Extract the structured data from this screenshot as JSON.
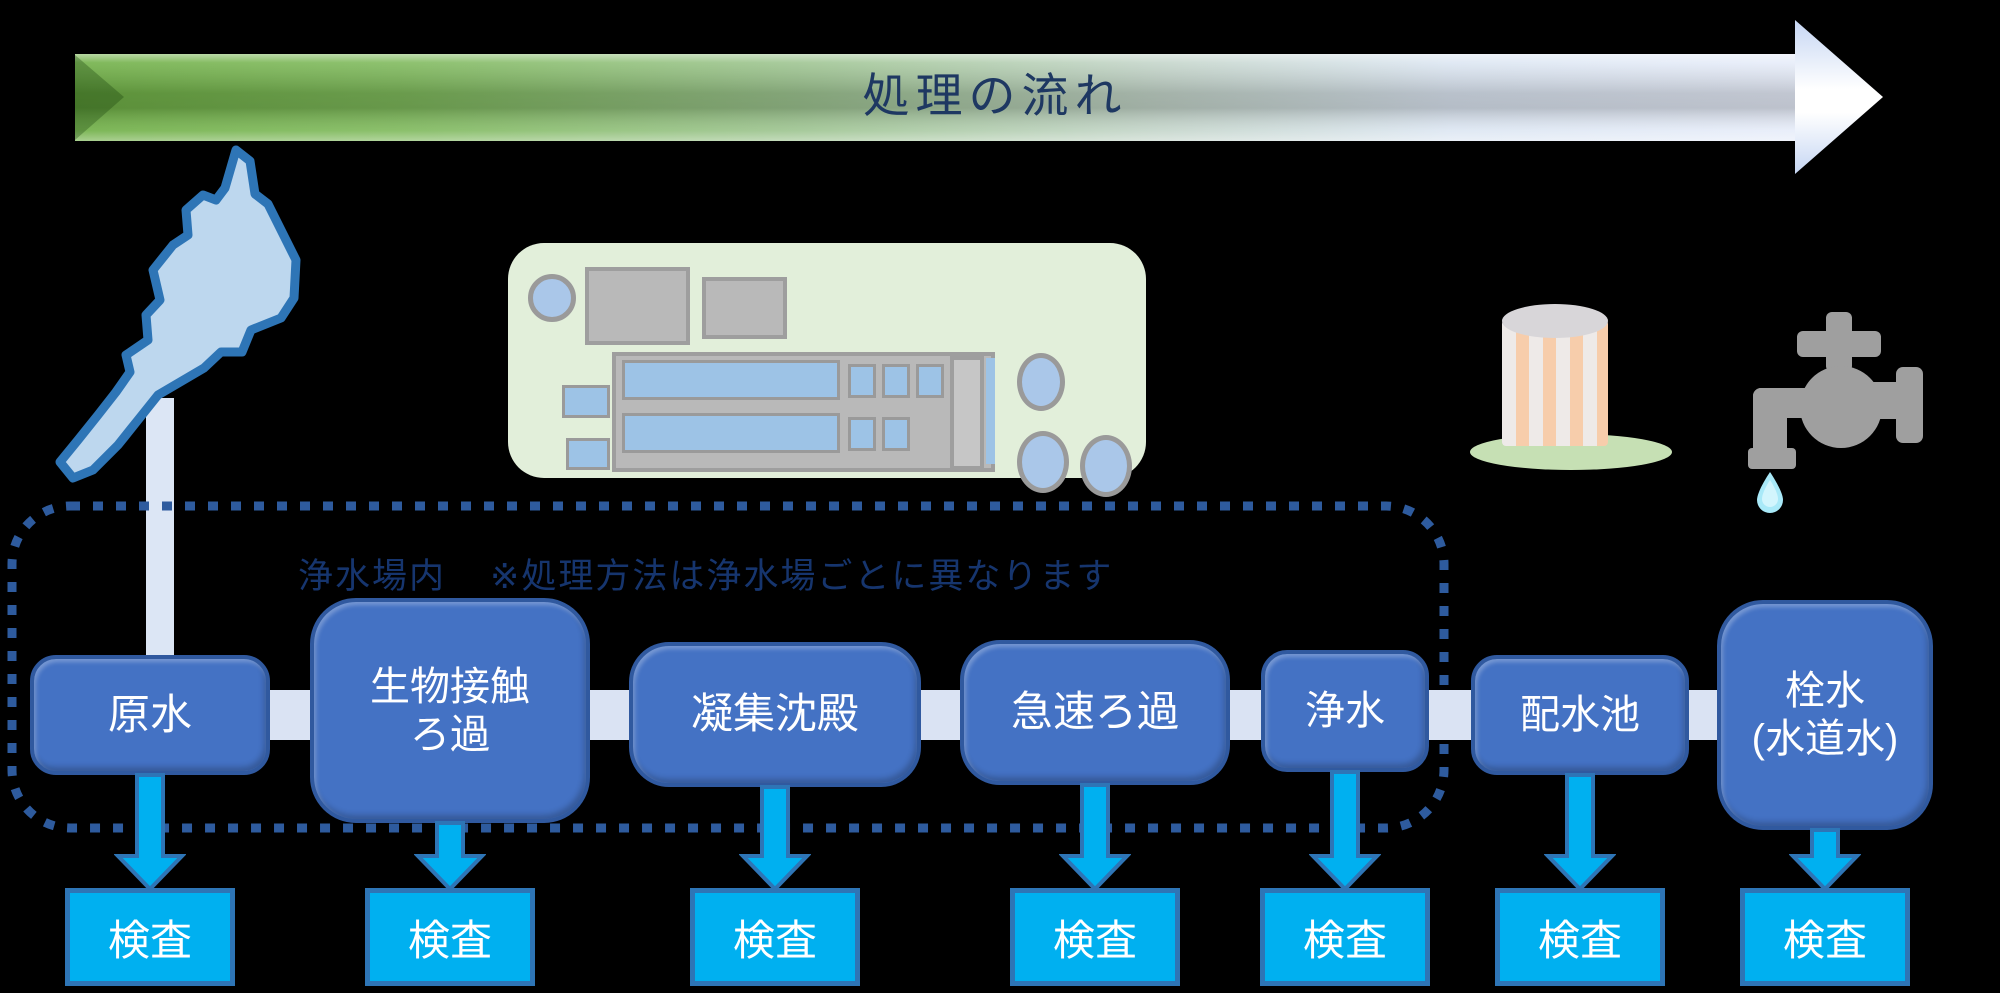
{
  "banner": {
    "title": "処理の流れ"
  },
  "zone": {
    "label": "浄水場内",
    "note": "※処理方法は浄水場ごとに異なります"
  },
  "stages": [
    {
      "id": "raw-water",
      "lines": [
        "原水"
      ]
    },
    {
      "id": "bio-contact-filtration",
      "lines": [
        "生物接触",
        "ろ過"
      ]
    },
    {
      "id": "coagulation-sedimentation",
      "lines": [
        "凝集沈殿"
      ]
    },
    {
      "id": "rapid-filtration",
      "lines": [
        "急速ろ過"
      ]
    },
    {
      "id": "purified-water",
      "lines": [
        "浄水"
      ]
    },
    {
      "id": "distribution-reservoir",
      "lines": [
        "配水池"
      ]
    },
    {
      "id": "tap-water",
      "lines": [
        "栓水",
        "(水道水)"
      ]
    }
  ],
  "inspection_label": "検査",
  "icons": {
    "flow_arrow": "right-arrow-banner",
    "lake": "lake-shape",
    "plant": "treatment-plant-top-view",
    "tower": "water-tower",
    "faucet": "faucet",
    "drop": "water-drop",
    "down_arrow": "down-arrow"
  },
  "colors": {
    "background": "#000000",
    "banner_text": "#1f3864",
    "banner_green": "#71b046",
    "banner_pale_blue": "#e9eefb",
    "stage_box": "#4472c4",
    "stage_border": "#30599f",
    "inspection_fill": "#00b0f0",
    "inspection_border": "#2e75b6",
    "arrow_fill": "#00b0f0",
    "dotted_border": "#2e5b9e",
    "connector": "#dae3f3",
    "lake_fill": "#bdd7ee",
    "lake_stroke": "#2e75b6",
    "plant_panel": "#e2efda",
    "machine_gray": "#b9b9b9",
    "machine_blue": "#9dc3e6",
    "tower_stripe": "#f7cdab",
    "tower_cap": "#d8d6d9",
    "mound_green": "#c6e0b4",
    "faucet_gray": "#9f9f9f",
    "drop_cyan": "#a9e9f8"
  }
}
